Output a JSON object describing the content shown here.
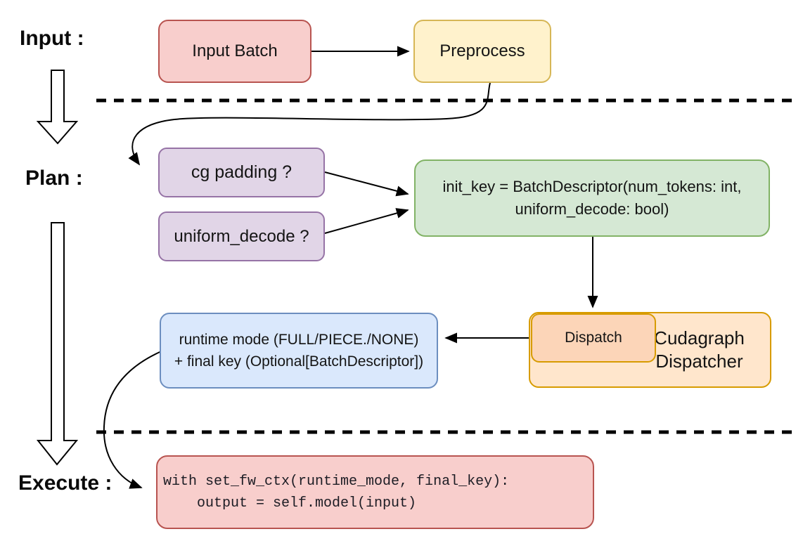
{
  "figure": {
    "stage_labels": {
      "input": "Input :",
      "plan": "Plan :",
      "execute": "Execute :"
    },
    "nodes": {
      "input_batch": {
        "label": "Input Batch",
        "fill": "#f8cecc",
        "border": "#b85450"
      },
      "preprocess": {
        "label": "Preprocess",
        "fill": "#fff2cc",
        "border": "#d6b656"
      },
      "cg_padding": {
        "label": "cg padding ?",
        "fill": "#e1d5e7",
        "border": "#9673a6"
      },
      "uniform_decode": {
        "label": "uniform_decode ?",
        "fill": "#e1d5e7",
        "border": "#9673a6"
      },
      "init_key": {
        "line1": "init_key = BatchDescriptor(num_tokens: int,",
        "line2": "uniform_decode: bool)",
        "fill": "#d5e8d4",
        "border": "#82b366"
      },
      "dispatch": {
        "label": "Dispatch",
        "fill": "#fcd5b8",
        "border": "#d79b00"
      },
      "cudagraph_dispatcher": {
        "line1": "Cudagraph",
        "line2": "Dispatcher",
        "fill": "#ffe6cc",
        "border": "#d79b00"
      },
      "runtime_mode": {
        "line1": "runtime mode (FULL/PIECE./NONE)",
        "line2": "+ final key (Optional[BatchDescriptor])",
        "fill": "#dae8fc",
        "border": "#6c8ebf"
      },
      "execute_code": {
        "line1": "with set_fw_ctx(runtime_mode, final_key):",
        "line2": "    output = self.model(input)",
        "fill": "#f8cecc",
        "border": "#b85450"
      }
    }
  }
}
